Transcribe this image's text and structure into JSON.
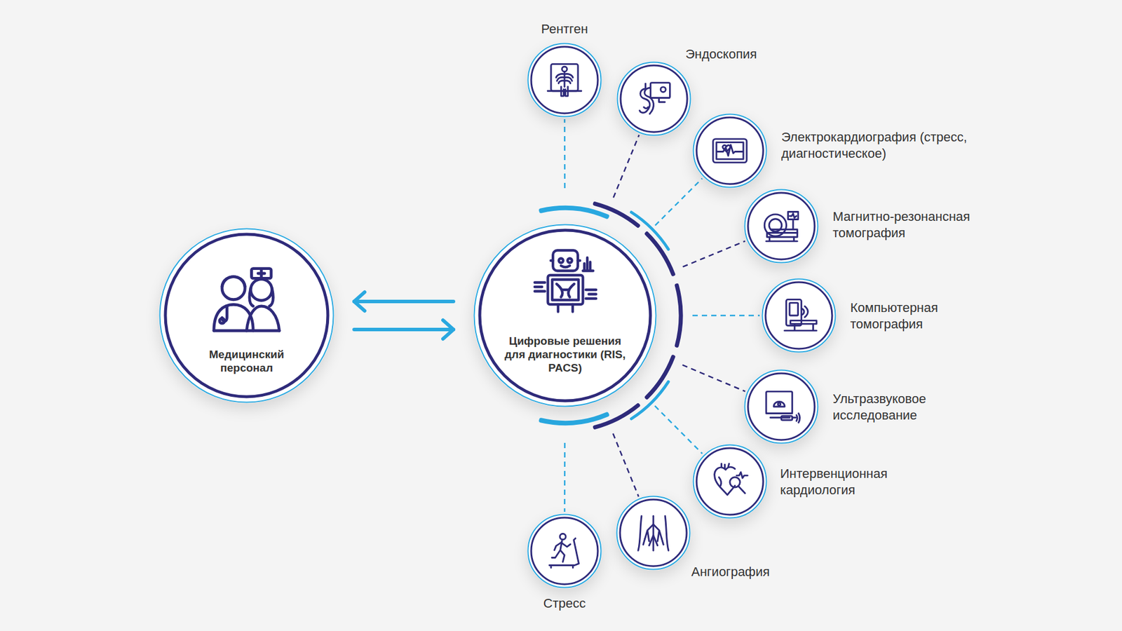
{
  "diagram": {
    "nodes": [
      {
        "text": [
          "Медицинский персонал"
        ]
      },
      {
        "text": [
          "Цифровые решения для диагностики (RIS, PACS)"
        ]
      },
      {
        "text": [
          "Рентген"
        ]
      },
      {
        "text": [
          "Эндоскопия"
        ]
      },
      {
        "text": [
          "Электрокардиография (стресс, диагностическое)"
        ]
      },
      {
        "text": [
          "Магнитно-резонансная томография"
        ]
      },
      {
        "text": [
          "Компьютерная томография"
        ]
      },
      {
        "text": [
          "Ультразвуковое исследование"
        ]
      },
      {
        "text": [
          "Интервенционная кардиология"
        ]
      },
      {
        "text": [
          "Ангиография"
        ]
      },
      {
        "text": [
          "Стресс"
        ]
      }
    ],
    "edges": [
      {
        "from": 1,
        "to": 0,
        "arrow": "to"
      },
      {
        "from": 0,
        "to": 1,
        "arrow": "to"
      },
      {
        "from": 1,
        "to": 2,
        "arrow": "none"
      },
      {
        "from": 1,
        "to": 3,
        "arrow": "none"
      },
      {
        "from": 1,
        "to": 4,
        "arrow": "none"
      },
      {
        "from": 1,
        "to": 5,
        "arrow": "none"
      },
      {
        "from": 1,
        "to": 6,
        "arrow": "none"
      },
      {
        "from": 1,
        "to": 7,
        "arrow": "none"
      },
      {
        "from": 1,
        "to": 8,
        "arrow": "none"
      },
      {
        "from": 1,
        "to": 9,
        "arrow": "none"
      },
      {
        "from": 1,
        "to": 10,
        "arrow": "none"
      }
    ]
  }
}
